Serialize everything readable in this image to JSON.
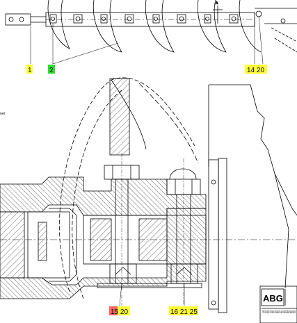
{
  "callouts": {
    "c1": "1",
    "c2": "2",
    "c14_20": "14 20",
    "c15_20": "15 20",
    "c16_21_25": "16 21 25"
  },
  "side_note": "net",
  "section_mark": "A",
  "title_block": {
    "logo": "ABG",
    "fine_print": "THIS DOCUMENT CONTAINS CONFIDENTIAL AND PROPRIETARY INFORMATION"
  },
  "colors": {
    "highlight_yellow": "#ffff33",
    "highlight_green": "#33dd33",
    "highlight_red": "#ff6666",
    "hatch": "#000000"
  }
}
